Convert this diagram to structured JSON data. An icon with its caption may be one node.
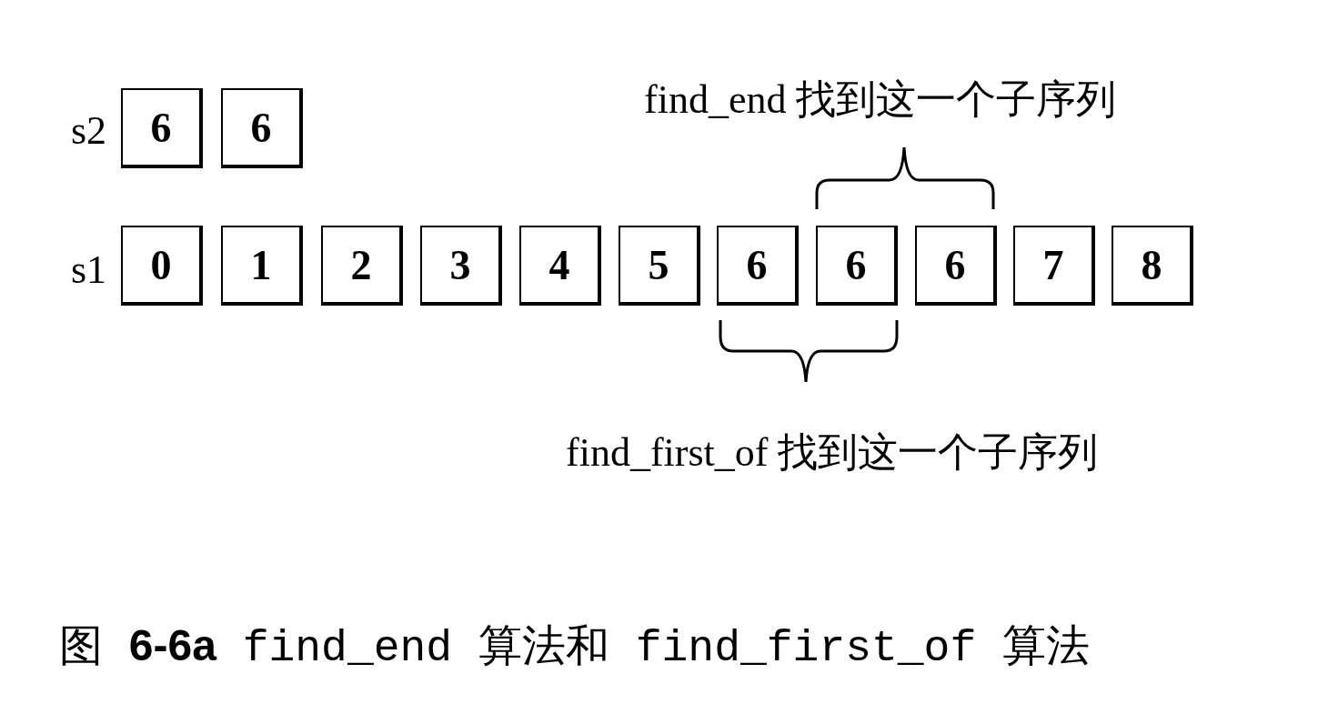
{
  "diagram": {
    "caption": "图 **6-6a** find_end 算法和 find_first_of 算法",
    "nodes": [
      {
        "text": [
          "6"
        ]
      },
      {
        "text": [
          "6"
        ]
      },
      {
        "text": [
          "0"
        ]
      },
      {
        "text": [
          "1"
        ]
      },
      {
        "text": [
          "2"
        ]
      },
      {
        "text": [
          "3"
        ]
      },
      {
        "text": [
          "4"
        ]
      },
      {
        "text": [
          "5"
        ]
      },
      {
        "text": [
          "6"
        ]
      },
      {
        "text": [
          "6"
        ]
      },
      {
        "text": [
          "6"
        ]
      },
      {
        "text": [
          "7"
        ]
      },
      {
        "text": [
          "8"
        ]
      }
    ],
    "edges": [],
    "labels": [
      "find_end 找到这一个子序列",
      "s2",
      "s1",
      "find_first_of 找到这一个子序列"
    ]
  }
}
